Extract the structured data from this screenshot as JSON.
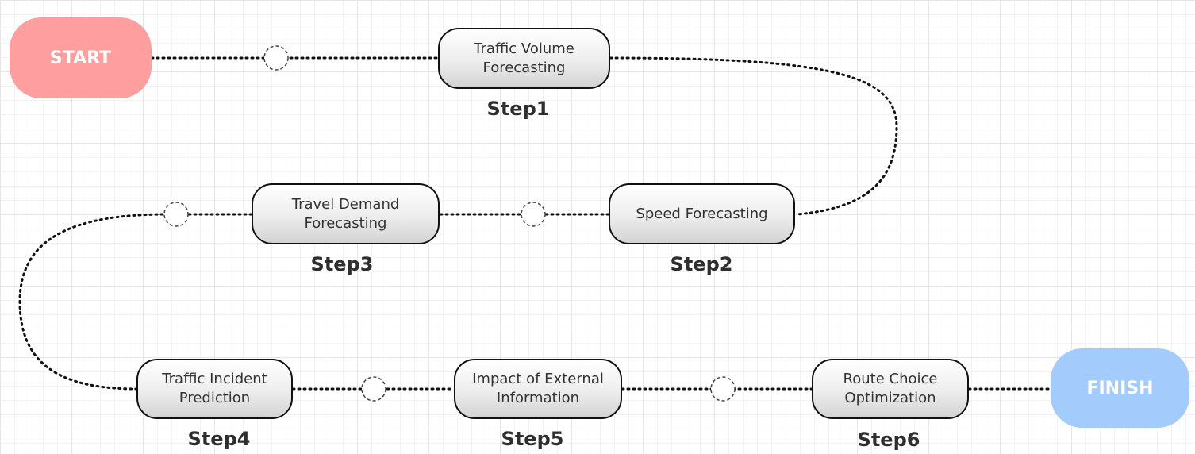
{
  "diagram": {
    "start_label": "START",
    "finish_label": "FINISH",
    "colors": {
      "start": "#ff9e9e",
      "finish": "#a3cbfb",
      "connector": "#111111",
      "step_text": "#333333"
    },
    "steps": [
      {
        "step": "Step1",
        "lines": [
          "Traffic Volume",
          "Forecasting"
        ]
      },
      {
        "step": "Step2",
        "lines": [
          "Speed Forecasting"
        ]
      },
      {
        "step": "Step3",
        "lines": [
          "Travel Demand",
          "Forecasting"
        ]
      },
      {
        "step": "Step4",
        "lines": [
          "Traffic Incident",
          "Prediction"
        ]
      },
      {
        "step": "Step5",
        "lines": [
          "Impact of External",
          "Information"
        ]
      },
      {
        "step": "Step6",
        "lines": [
          "Route Choice",
          "Optimization"
        ]
      }
    ]
  }
}
